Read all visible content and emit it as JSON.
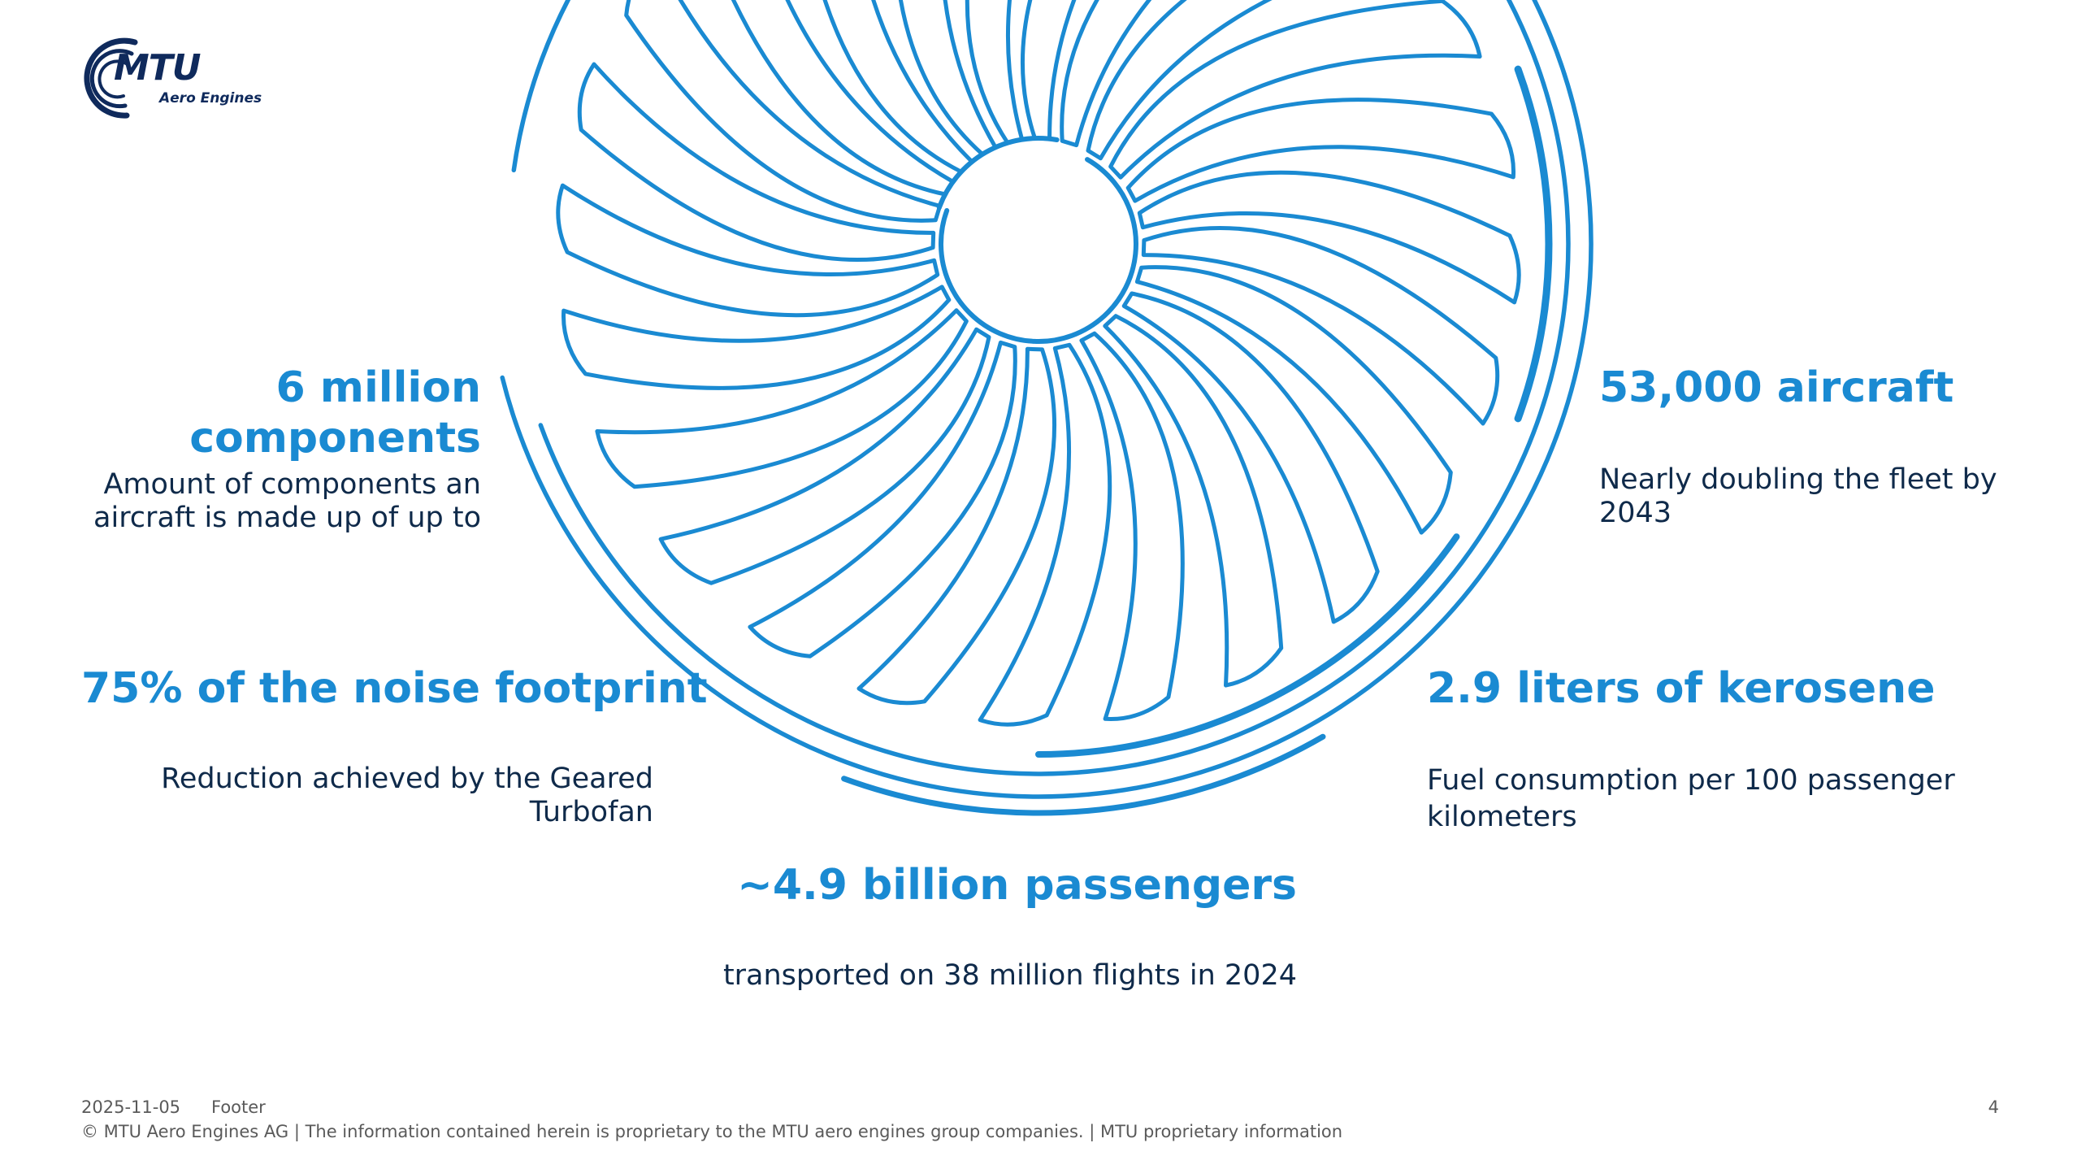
{
  "logo": {
    "name": "MTU",
    "sub": "Aero Engines"
  },
  "stats": {
    "components": {
      "title_line1": "6 million",
      "title_line2": "components",
      "desc_line1": "Amount of components an",
      "desc_line2": "aircraft is made up of up to"
    },
    "aircraft": {
      "title": "53,000 aircraft",
      "desc_line1": "Nearly doubling the fleet by",
      "desc_line2": "2043"
    },
    "noise": {
      "title": "75% of the noise footprint",
      "desc_line1": "Reduction achieved by the Geared",
      "desc_line2": "Turbofan"
    },
    "kerosene": {
      "title": "2.9 liters of kerosene",
      "desc_line1": "Fuel consumption per 100 passenger",
      "desc_line2": "kilometers"
    },
    "passengers": {
      "title": "~4.9  billion passengers",
      "desc": "transported on 38 million flights in 2024"
    }
  },
  "footer": {
    "date": "2025-11-05",
    "label": "Footer",
    "page": "4",
    "copyright": "© MTU Aero Engines AG | The information contained herein is proprietary to the MTU aero engines group companies. | MTU proprietary information"
  },
  "colors": {
    "accent": "#1a8ad2",
    "text_dark": "#0f2a4a",
    "logo_navy": "#0f2a5c"
  },
  "icons": {
    "logo": "mtu-logo-icon",
    "fan": "engine-fan-graphic"
  }
}
